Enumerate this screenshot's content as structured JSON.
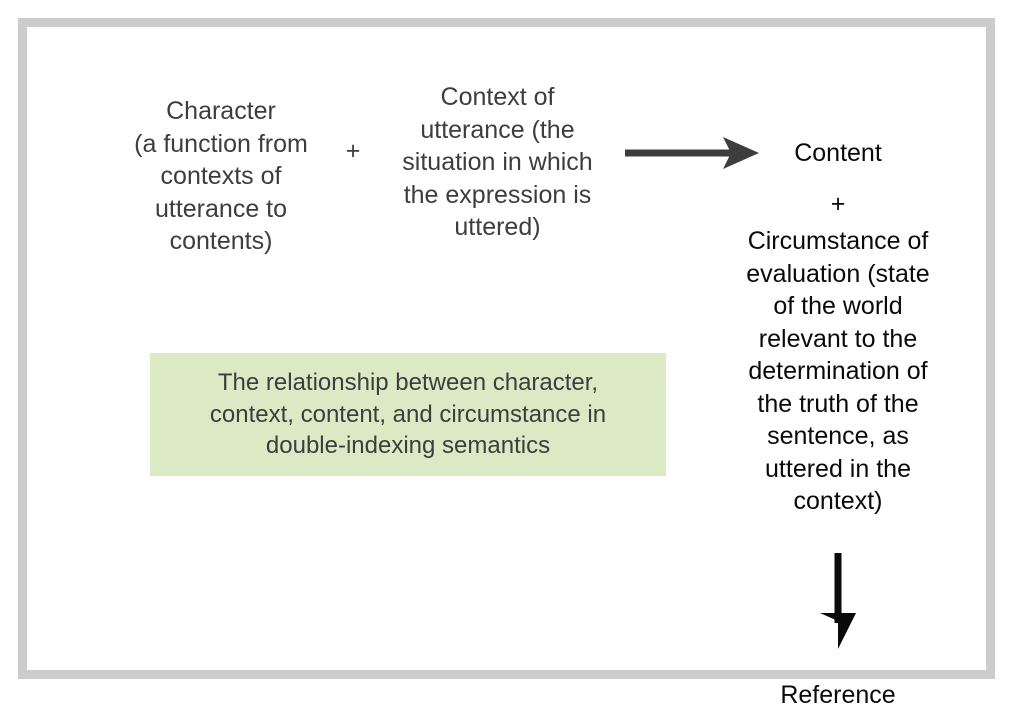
{
  "diagram": {
    "title": "The relationship between character, context, content, and circumstance in double-indexing semantics",
    "frame": {
      "border_color": "#cccccc",
      "background_color": "#ffffff"
    },
    "left_column": {
      "character": "Character\n(a function from\ncontexts of\nutterance to\ncontents)",
      "plus": "+",
      "context": "Context of\nutterance (the\nsituation in which\nthe expression is\nuttered)",
      "text_color": "#3d3d3d"
    },
    "arrows": {
      "horizontal_arrow_name": "arrow-right-icon",
      "horizontal_arrow_color": "#3d3d3d",
      "vertical_arrow_name": "arrow-down-icon",
      "vertical_arrow_color": "#0a0a0a"
    },
    "right_column": {
      "content": "Content",
      "plus": "+",
      "circumstance": "Circumstance of\nevaluation (state\nof the world\nrelevant to the\ndetermination of\nthe truth of the\nsentence, as\nuttered in the\ncontext)",
      "reference": "Reference",
      "text_color": "#0a0a0a"
    },
    "caption": {
      "text": "The relationship between character,\ncontext, content, and circumstance in\ndouble-indexing semantics",
      "background_color": "#dce9c5",
      "text_color": "#3d3d3d"
    }
  }
}
